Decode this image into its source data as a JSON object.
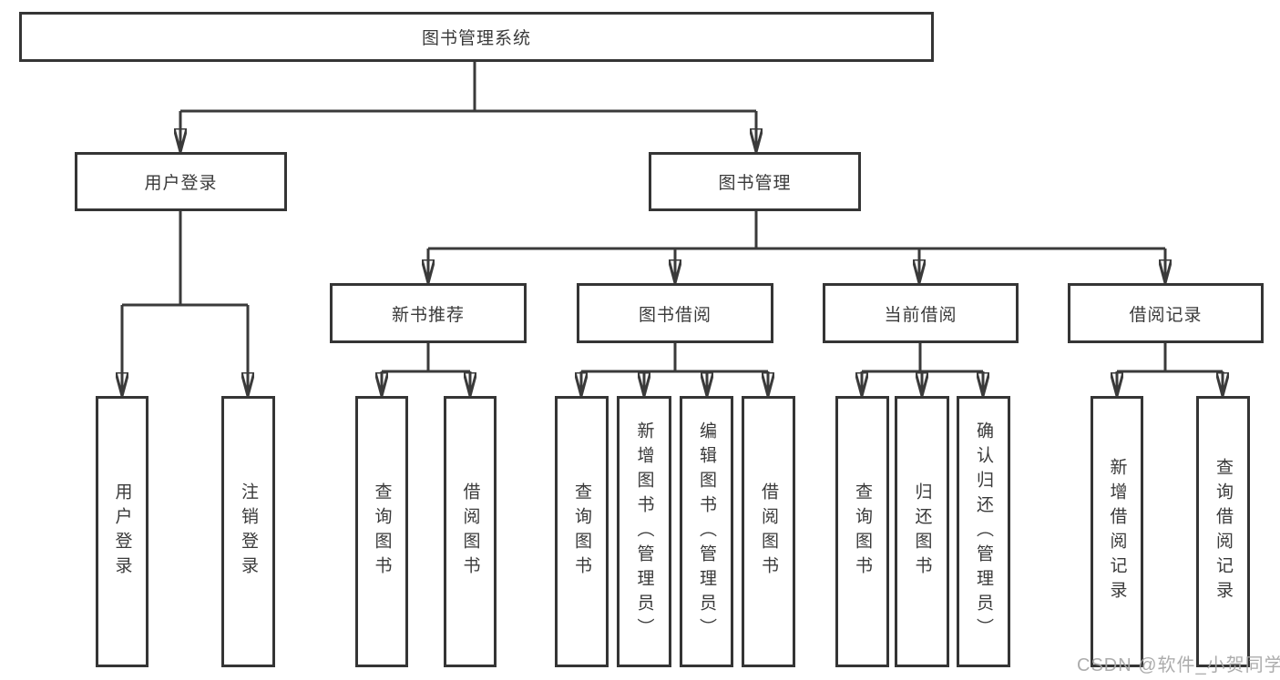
{
  "diagram": {
    "title": "图书管理系统",
    "user_login": {
      "label": "用户登录",
      "children": [
        "用户登录",
        "注销登录"
      ]
    },
    "book_management": {
      "label": "图书管理",
      "new_books": {
        "label": "新书推荐",
        "children": [
          "查询图书",
          "借阅图书"
        ]
      },
      "borrowing": {
        "label": "图书借阅",
        "children": [
          "查询图书",
          "新增图书（管理员）",
          "编辑图书（管理员）",
          "借阅图书"
        ]
      },
      "current": {
        "label": "当前借阅",
        "children": [
          "查询图书",
          "归还图书",
          "确认归还（管理员）"
        ]
      },
      "records": {
        "label": "借阅记录",
        "children": [
          "新增借阅记录",
          "查询借阅记录"
        ]
      }
    }
  },
  "watermark": "CSDN @软件_小贺同学",
  "colors": {
    "line": "#3a3a3a",
    "text": "#3a3a3a",
    "box_border": "#353535",
    "background": "#ffffff",
    "watermark": "#a6a6a6"
  }
}
